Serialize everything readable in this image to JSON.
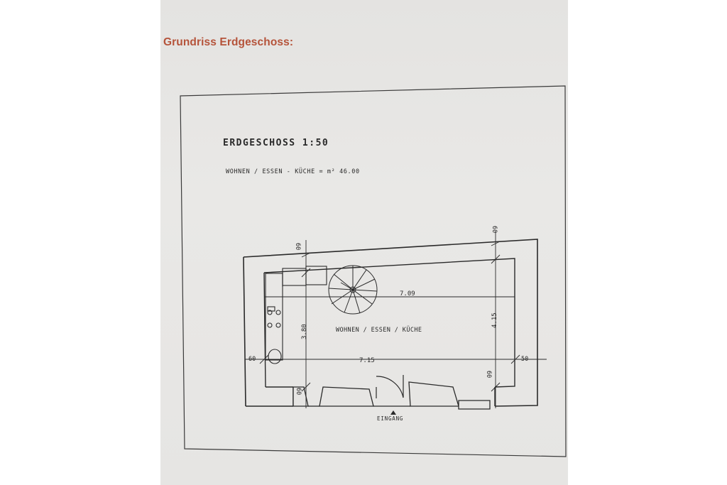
{
  "page": {
    "title": "Grundriss Erdgeschoss:"
  },
  "plan": {
    "heading": "ERDGESCHOSS  1:50",
    "area_note": "WOHNEN / ESSEN - KÜCHE = m² 46.00",
    "room_label": "WOHNEN / ESSEN / KÜCHE",
    "entrance_label": "EINGANG",
    "dimensions": {
      "top_left_wall": "60",
      "top_right_wall": "60",
      "inner_width": "7.09",
      "outer_width": "7.15",
      "inner_depth_left": "3.80",
      "inner_depth_right": "4.15",
      "left_wall": "60",
      "right_wall": "50",
      "bottom_left_wall": "60",
      "bottom_right_wall": "60"
    }
  }
}
